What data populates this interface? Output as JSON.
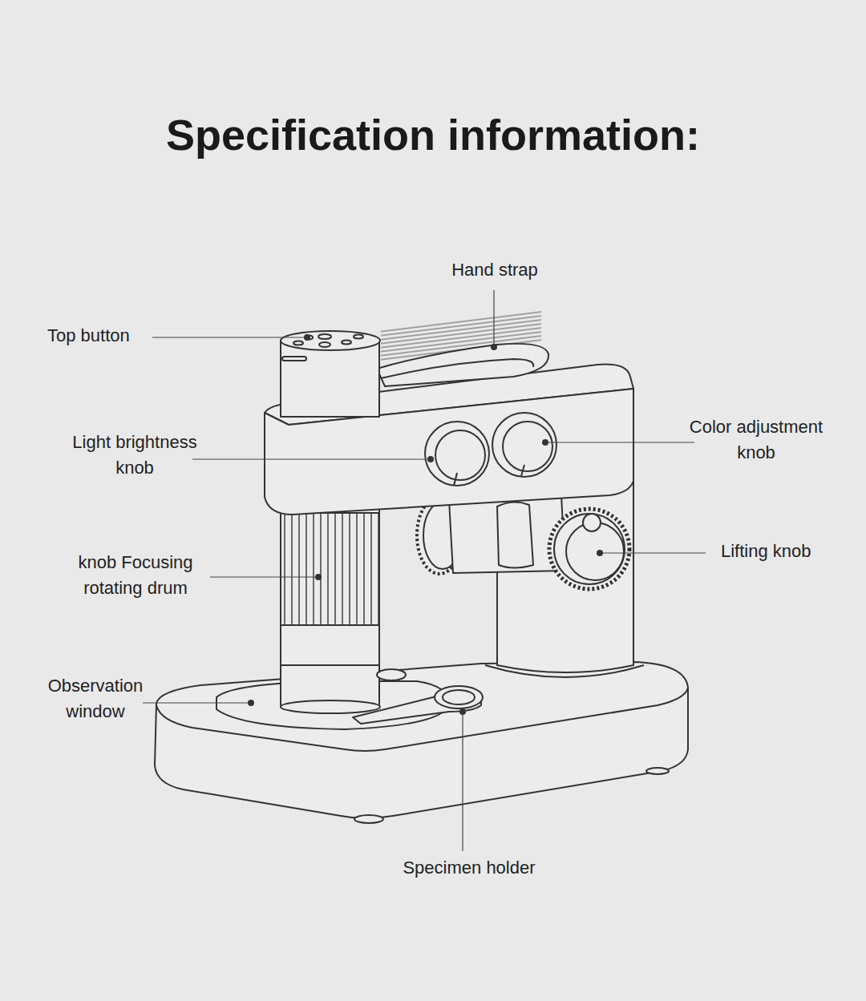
{
  "diagram": {
    "title": "Specification information:",
    "labels": [
      "Hand strap",
      "Top button",
      "Light brightness knob",
      "Color adjustment knob",
      "knob Focusing rotating drum",
      "Lifting knob",
      "Observation window",
      "Specimen holder"
    ]
  }
}
